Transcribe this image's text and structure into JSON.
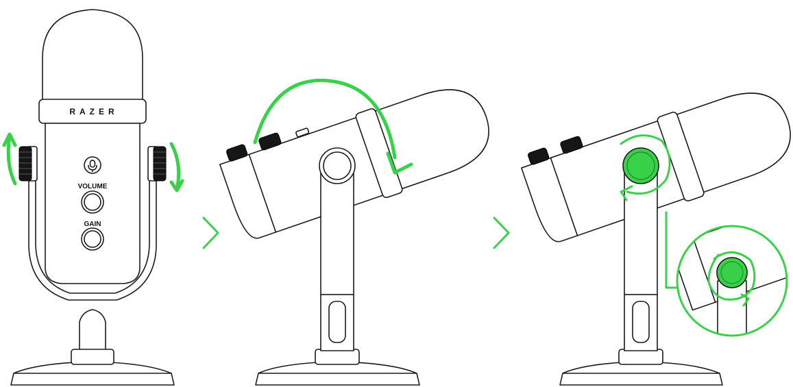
{
  "brand": {
    "logo_text": "RAZER"
  },
  "controls": {
    "volume_label": "VOLUME",
    "gain_label": "GAIN"
  },
  "colors": {
    "accent": "#3ad14a",
    "accent_dark": "#22b834",
    "line": "#1a1a1a",
    "background": "#ffffff"
  },
  "steps": [
    {
      "id": "step-1",
      "icons": [
        "mount-knob-rotate-icon",
        "mount-knob-rotate-icon"
      ]
    },
    {
      "id": "step-2",
      "icons": [
        "tilt-rotate-arrow-icon"
      ]
    },
    {
      "id": "step-3",
      "icons": [
        "pivot-lock-rotate-icon",
        "zoom-detail-icon"
      ]
    }
  ],
  "separators": [
    "next-step-chevron-icon",
    "next-step-chevron-icon"
  ]
}
